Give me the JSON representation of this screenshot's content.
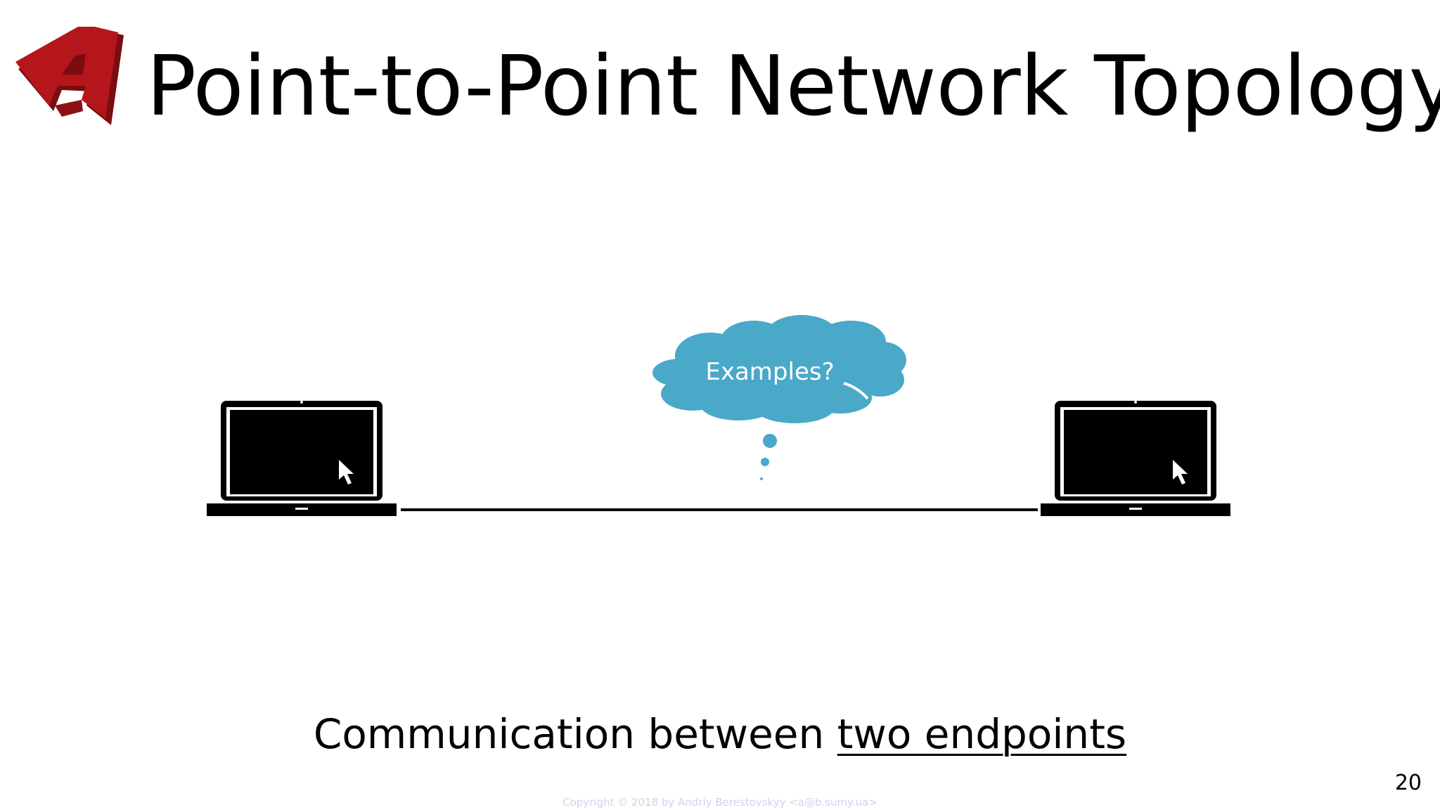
{
  "slide": {
    "title": "Point-to-Point Network Topology",
    "thought_bubble": "Examples?",
    "caption_plain": "Communication between ",
    "caption_underlined": "two endpoints",
    "page_number": "20",
    "copyright": "Copyright © 2018 by Andriy Berestovskyy <a@b.sumy.ua>"
  },
  "colors": {
    "logo": "#b5161b",
    "bubble": "#4aa8c8",
    "text": "#000000"
  },
  "icons": [
    "logo-a-icon",
    "laptop-icon",
    "laptop-icon",
    "thought-cloud-icon"
  ]
}
